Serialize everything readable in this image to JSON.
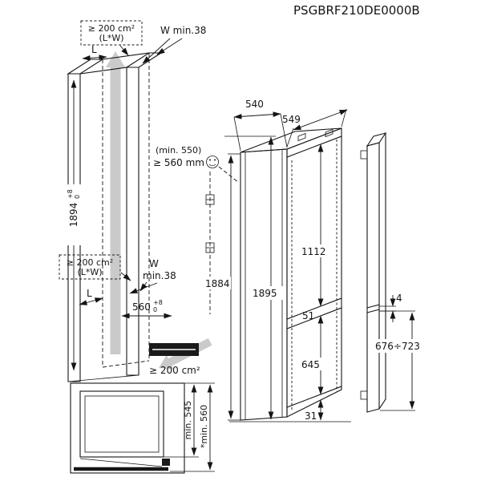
{
  "header": {
    "model": "PSGBRF210DE0000B"
  },
  "vent_top": {
    "line1": "≥ 200 cm²",
    "line2": "(L*W)"
  },
  "vent_mid": {
    "line1": "≥ 200 cm²",
    "line2": "(L*W)"
  },
  "vent_bottom": {
    "label": "≥ 200 cm²"
  },
  "wall": {
    "w_min_top": "W min.38",
    "w_mid_line1": "W",
    "w_mid_line2": "min.38",
    "l_top": "L",
    "l_mid": "L"
  },
  "niche": {
    "min_550": "(min. 550)",
    "recommended": "≥ 560 mm"
  },
  "dims": {
    "d540": "540",
    "d549": "549",
    "d1894": "1894",
    "d560": "560",
    "tol_plus": "+8",
    "tol_zero": "0",
    "d1884": "1884",
    "d1895": "1895",
    "d1112": "1112",
    "d51": "51",
    "d645": "645",
    "d31": "31",
    "d4": "4",
    "d676_723": "676÷723"
  },
  "inset": {
    "min_545": "min. 545",
    "min_560": "*min. 560"
  }
}
